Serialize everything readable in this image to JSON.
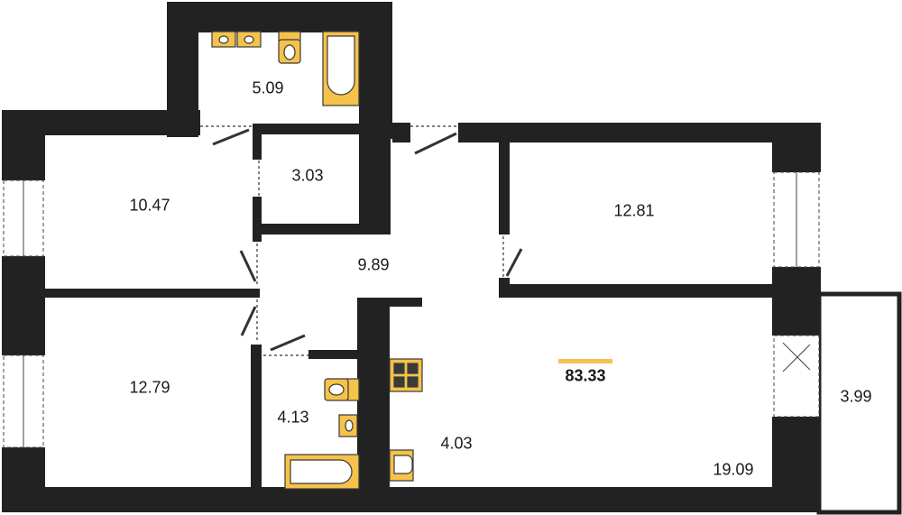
{
  "plan": {
    "total_area": "83.33",
    "rooms": [
      {
        "id": "bathroom-top",
        "area": "5.09"
      },
      {
        "id": "bedroom-left-top",
        "area": "10.47"
      },
      {
        "id": "storage",
        "area": "3.03"
      },
      {
        "id": "hallway",
        "area": "9.89"
      },
      {
        "id": "bedroom-right",
        "area": "12.81"
      },
      {
        "id": "bedroom-left-bottom",
        "area": "12.79"
      },
      {
        "id": "bathroom-bottom",
        "area": "4.13"
      },
      {
        "id": "kitchen-niche",
        "area": "4.03"
      },
      {
        "id": "living-room",
        "area": "19.09"
      },
      {
        "id": "balcony",
        "area": "3.99"
      }
    ]
  },
  "colors": {
    "wall": "#222222",
    "fixture": "#f5c24a",
    "fixture_stroke": "#3a3a3a",
    "accent": "#f5c24a"
  },
  "icons": [
    "sink-icon",
    "toilet-icon",
    "bathtub-icon",
    "stove-icon",
    "door-icon",
    "window-icon"
  ]
}
